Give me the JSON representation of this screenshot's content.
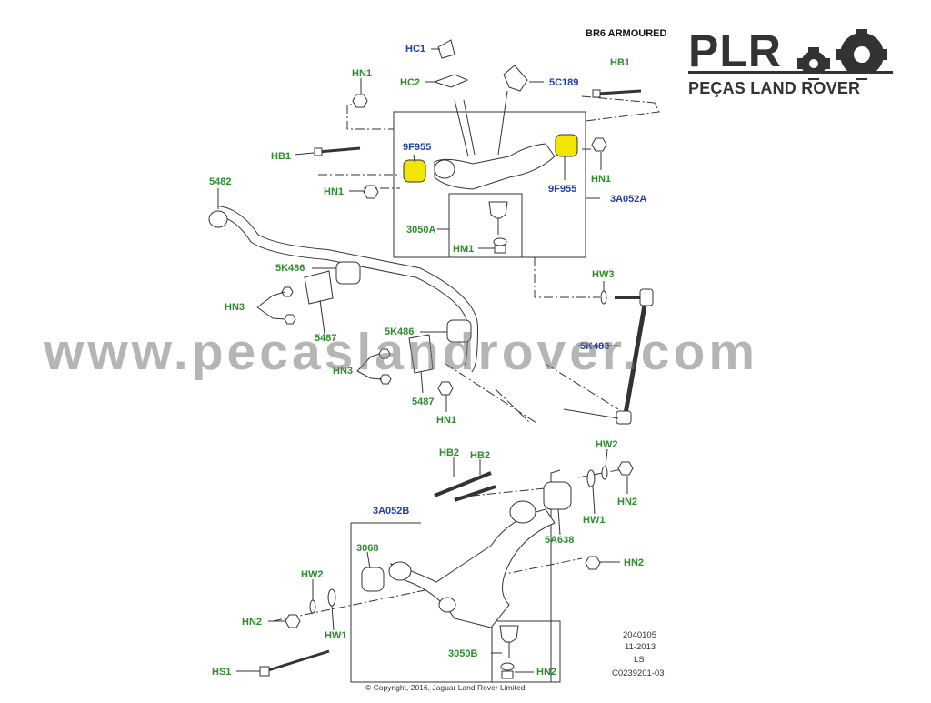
{
  "header": {
    "variant": "BR6 ARMOURED"
  },
  "logo": {
    "mark": "PLR",
    "subtitle": "PEÇAS LAND ROVER"
  },
  "watermark": "www.pecaslandrover.com",
  "copyright": "© Copyright, 2016, Jaguar Land Rover Limited.",
  "meta": {
    "line1": "2040105",
    "line2": "11-2013",
    "line3": "LS",
    "line4": "C0239201-03"
  },
  "labels": {
    "hc1": "HC1",
    "hc2": "HC2",
    "c5c189": "5C189",
    "hb1_top": "HB1",
    "hn1_a": "HN1",
    "hb1_left": "HB1",
    "f9955_l": "9F955",
    "hn1_b": "HN1",
    "f9955_r": "9F955",
    "hn1_c": "HN1",
    "a3052a": "3A052A",
    "j3050a": "3050A",
    "hm1": "HM1",
    "s5482": "5482",
    "k5486_a": "5K486",
    "hn3_a": "HN3",
    "p5487_a": "5487",
    "k5486_b": "5K486",
    "hn3_b": "HN3",
    "p5487_b": "5487",
    "hn1_d": "HN1",
    "hw3": "HW3",
    "k5483": "5K483",
    "hb2_a": "HB2",
    "hb2_b": "HB2",
    "hw2_r": "HW2",
    "hn2_r": "HN2",
    "hw1_r": "HW1",
    "a3052b": "3A052B",
    "a5638": "5A638",
    "hn2_mid": "HN2",
    "p3068": "3068",
    "hw2_l": "HW2",
    "hn2_l": "HN2",
    "hw1_l": "HW1",
    "j3050b": "3050B",
    "hn2_bot": "HN2",
    "hs1": "HS1"
  },
  "colors": {
    "part_label": "#2e8b2e",
    "assembly_label": "#1f3fa0",
    "bushing": "#f2e600",
    "line": "#333333"
  }
}
